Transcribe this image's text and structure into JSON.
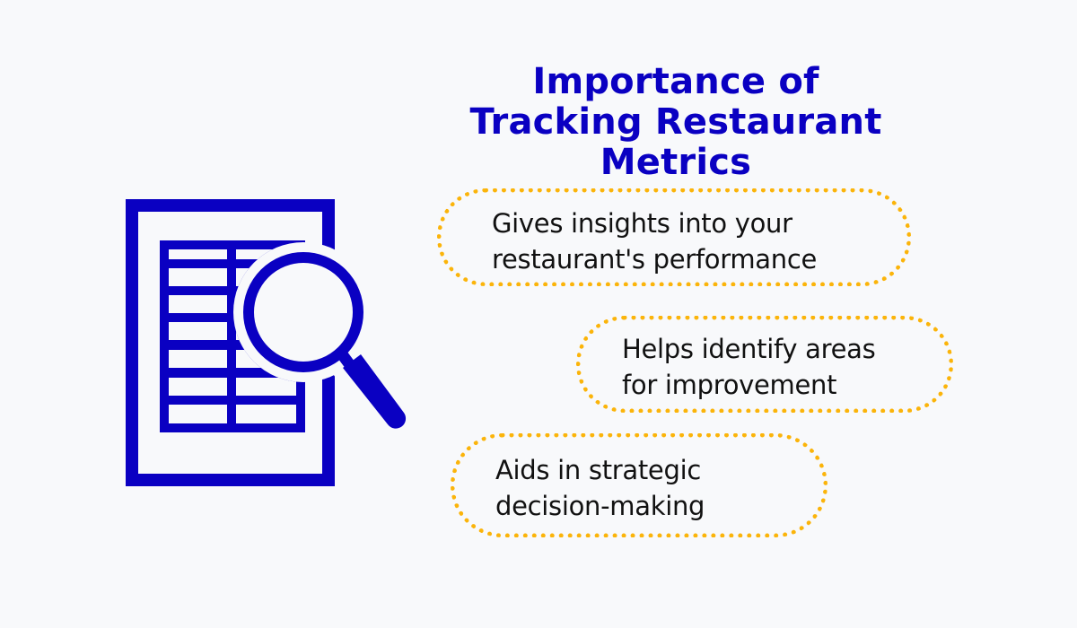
{
  "title": {
    "lines": [
      "Importance of",
      "Tracking Restaurant",
      "Metrics"
    ],
    "color": "#0a00c2"
  },
  "illustration": {
    "icon": "document-table-magnifier-icon",
    "color": "#0a00c2"
  },
  "points": [
    {
      "lines": [
        "Gives insights into your",
        "restaurant's performance"
      ]
    },
    {
      "lines": [
        "Helps identify areas",
        "for improvement"
      ]
    },
    {
      "lines": [
        "Aids in strategic",
        "decision-making"
      ]
    }
  ],
  "colors": {
    "background": "#f8f9fb",
    "accent_border": "#fbb40a",
    "text": "#111111"
  }
}
